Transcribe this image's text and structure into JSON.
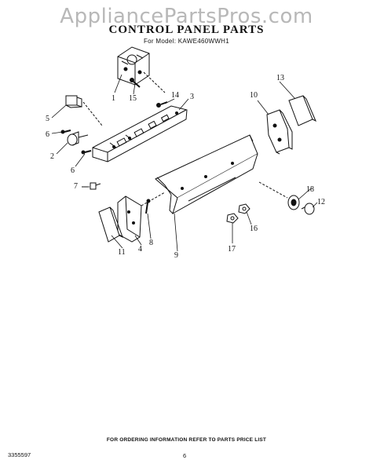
{
  "watermark": "AppliancePartsPros.com",
  "header": {
    "title": "CONTROL PANEL PARTS",
    "subtitle": "For Model: KAWE460WWH1"
  },
  "callouts": [
    {
      "id": "1",
      "label": "1"
    },
    {
      "id": "2",
      "label": "2"
    },
    {
      "id": "3",
      "label": "3"
    },
    {
      "id": "4",
      "label": "4"
    },
    {
      "id": "5",
      "label": "5"
    },
    {
      "id": "6a",
      "label": "6"
    },
    {
      "id": "6b",
      "label": "6"
    },
    {
      "id": "7",
      "label": "7"
    },
    {
      "id": "8",
      "label": "8"
    },
    {
      "id": "9",
      "label": "9"
    },
    {
      "id": "10",
      "label": "10"
    },
    {
      "id": "11",
      "label": "11"
    },
    {
      "id": "12",
      "label": "12"
    },
    {
      "id": "13",
      "label": "13"
    },
    {
      "id": "14",
      "label": "14"
    },
    {
      "id": "15",
      "label": "15"
    },
    {
      "id": "16",
      "label": "16"
    },
    {
      "id": "17",
      "label": "17"
    },
    {
      "id": "18",
      "label": "18"
    }
  ],
  "footer": {
    "ordering_note": "FOR ORDERING INFORMATION REFER TO PARTS PRICE LIST",
    "doc_number": "3355597",
    "page_number": "6"
  }
}
